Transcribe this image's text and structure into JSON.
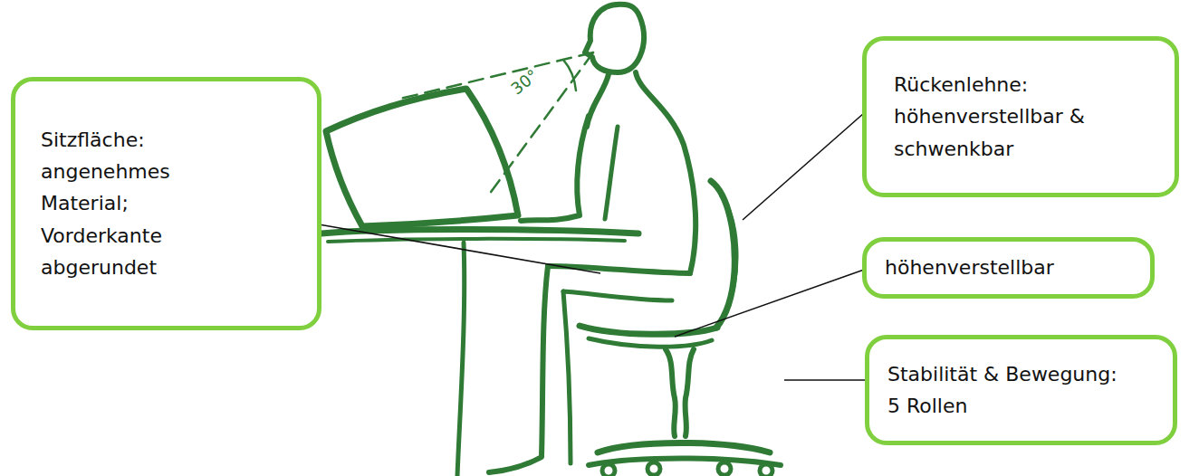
{
  "diagram": {
    "nodes": [
      {
        "text": [
          "Sitzfläche: angenehmes Material; Vorderkante abgerundet"
        ]
      },
      {
        "text": [
          "Rückenlehne: höhenverstellbar & schwenkbar"
        ]
      },
      {
        "text": [
          "höhenverstellbar"
        ]
      },
      {
        "text": [
          "Stabilität & Bewegung: 5 Rollen"
        ]
      }
    ],
    "labels": [
      "30°"
    ]
  }
}
